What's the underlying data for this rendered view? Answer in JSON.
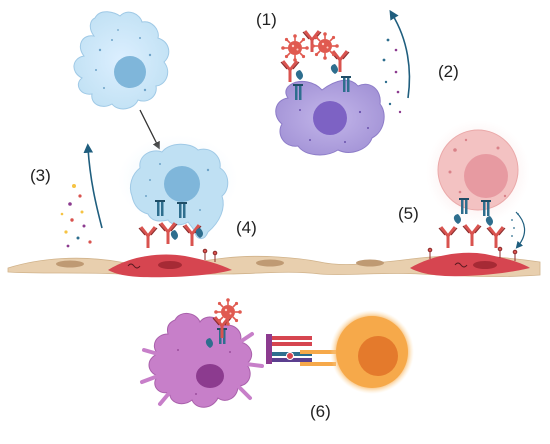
{
  "labels": {
    "l1": "(1)",
    "l2": "(2)",
    "l3": "(3)",
    "l4": "(4)",
    "l5": "(5)",
    "l6": "(6)"
  },
  "colors": {
    "macrophage_blue": "#bfe0f3",
    "nucleus_blue": "#7fb6da",
    "purple_cell": "#a99ad8",
    "nucleus_purple": "#7d62c4",
    "pink_cell": "#f3c2c2",
    "nucleus_pink": "#e79aa1",
    "dendritic_magenta": "#c77fc9",
    "nucleus_dendritic": "#8c3b8f",
    "t_cell_orange": "#f6a94a",
    "nucleus_orange": "#e47a2c",
    "endothelium_tan": "#e8cfae",
    "endothelium_red": "#d64550",
    "antibody_red": "#d9534f",
    "receptor_teal": "#2e6e8e",
    "virus_red": "#e05a50"
  },
  "icons": [
    "antibody-icon",
    "virus-icon",
    "receptor-icon",
    "curved-arrow-icon"
  ]
}
